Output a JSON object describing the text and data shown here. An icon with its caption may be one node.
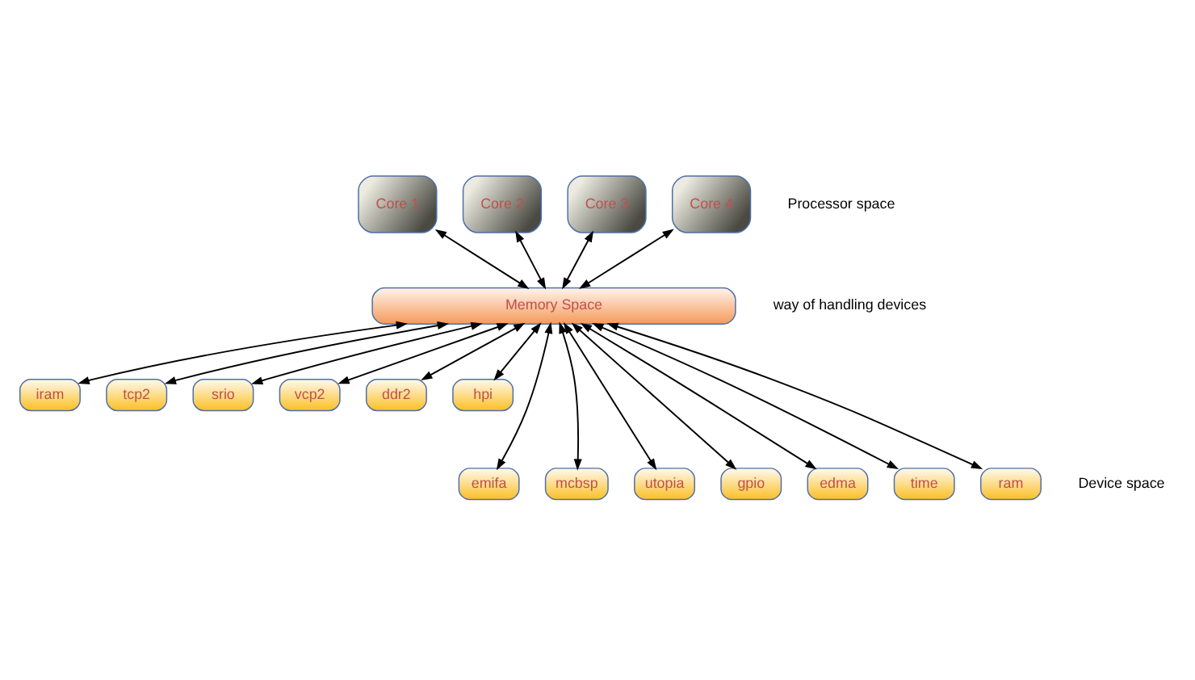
{
  "diagram": {
    "nodes": [
      {
        "text": [
          "Core 1"
        ]
      },
      {
        "text": [
          "Core 2"
        ]
      },
      {
        "text": [
          "Core 3"
        ]
      },
      {
        "text": [
          "Core 4"
        ]
      },
      {
        "text": [
          "Memory Space"
        ]
      },
      {
        "text": [
          "iram"
        ]
      },
      {
        "text": [
          "tcp2"
        ]
      },
      {
        "text": [
          "srio"
        ]
      },
      {
        "text": [
          "vcp2"
        ]
      },
      {
        "text": [
          "ddr2"
        ]
      },
      {
        "text": [
          "hpi"
        ]
      },
      {
        "text": [
          "emifa"
        ]
      },
      {
        "text": [
          "mcbsp"
        ]
      },
      {
        "text": [
          "utopia"
        ]
      },
      {
        "text": [
          "gpio"
        ]
      },
      {
        "text": [
          "edma"
        ]
      },
      {
        "text": [
          "time"
        ]
      },
      {
        "text": [
          "ram"
        ]
      }
    ],
    "edges": [
      {
        "from": 0,
        "to": 4,
        "arrow": "both"
      },
      {
        "from": 1,
        "to": 4,
        "arrow": "both"
      },
      {
        "from": 2,
        "to": 4,
        "arrow": "both"
      },
      {
        "from": 3,
        "to": 4,
        "arrow": "both"
      },
      {
        "from": 4,
        "to": 11,
        "arrow": "both"
      },
      {
        "from": 4,
        "to": 5,
        "arrow": "both"
      },
      {
        "from": 4,
        "to": 12,
        "arrow": "both"
      },
      {
        "from": 4,
        "to": 6,
        "arrow": "both"
      },
      {
        "from": 4,
        "to": 13,
        "arrow": "both"
      },
      {
        "from": 4,
        "to": 7,
        "arrow": "both"
      },
      {
        "from": 4,
        "to": 14,
        "arrow": "both"
      },
      {
        "from": 4,
        "to": 8,
        "arrow": "both"
      },
      {
        "from": 4,
        "to": 15,
        "arrow": "both"
      },
      {
        "from": 4,
        "to": 9,
        "arrow": "both"
      },
      {
        "from": 4,
        "to": 16,
        "arrow": "both"
      },
      {
        "from": 4,
        "to": 10,
        "arrow": "both"
      },
      {
        "from": 4,
        "to": 17,
        "arrow": "both"
      }
    ],
    "labels": [
      "Processor space",
      "way of handling devices",
      "Device space"
    ]
  }
}
